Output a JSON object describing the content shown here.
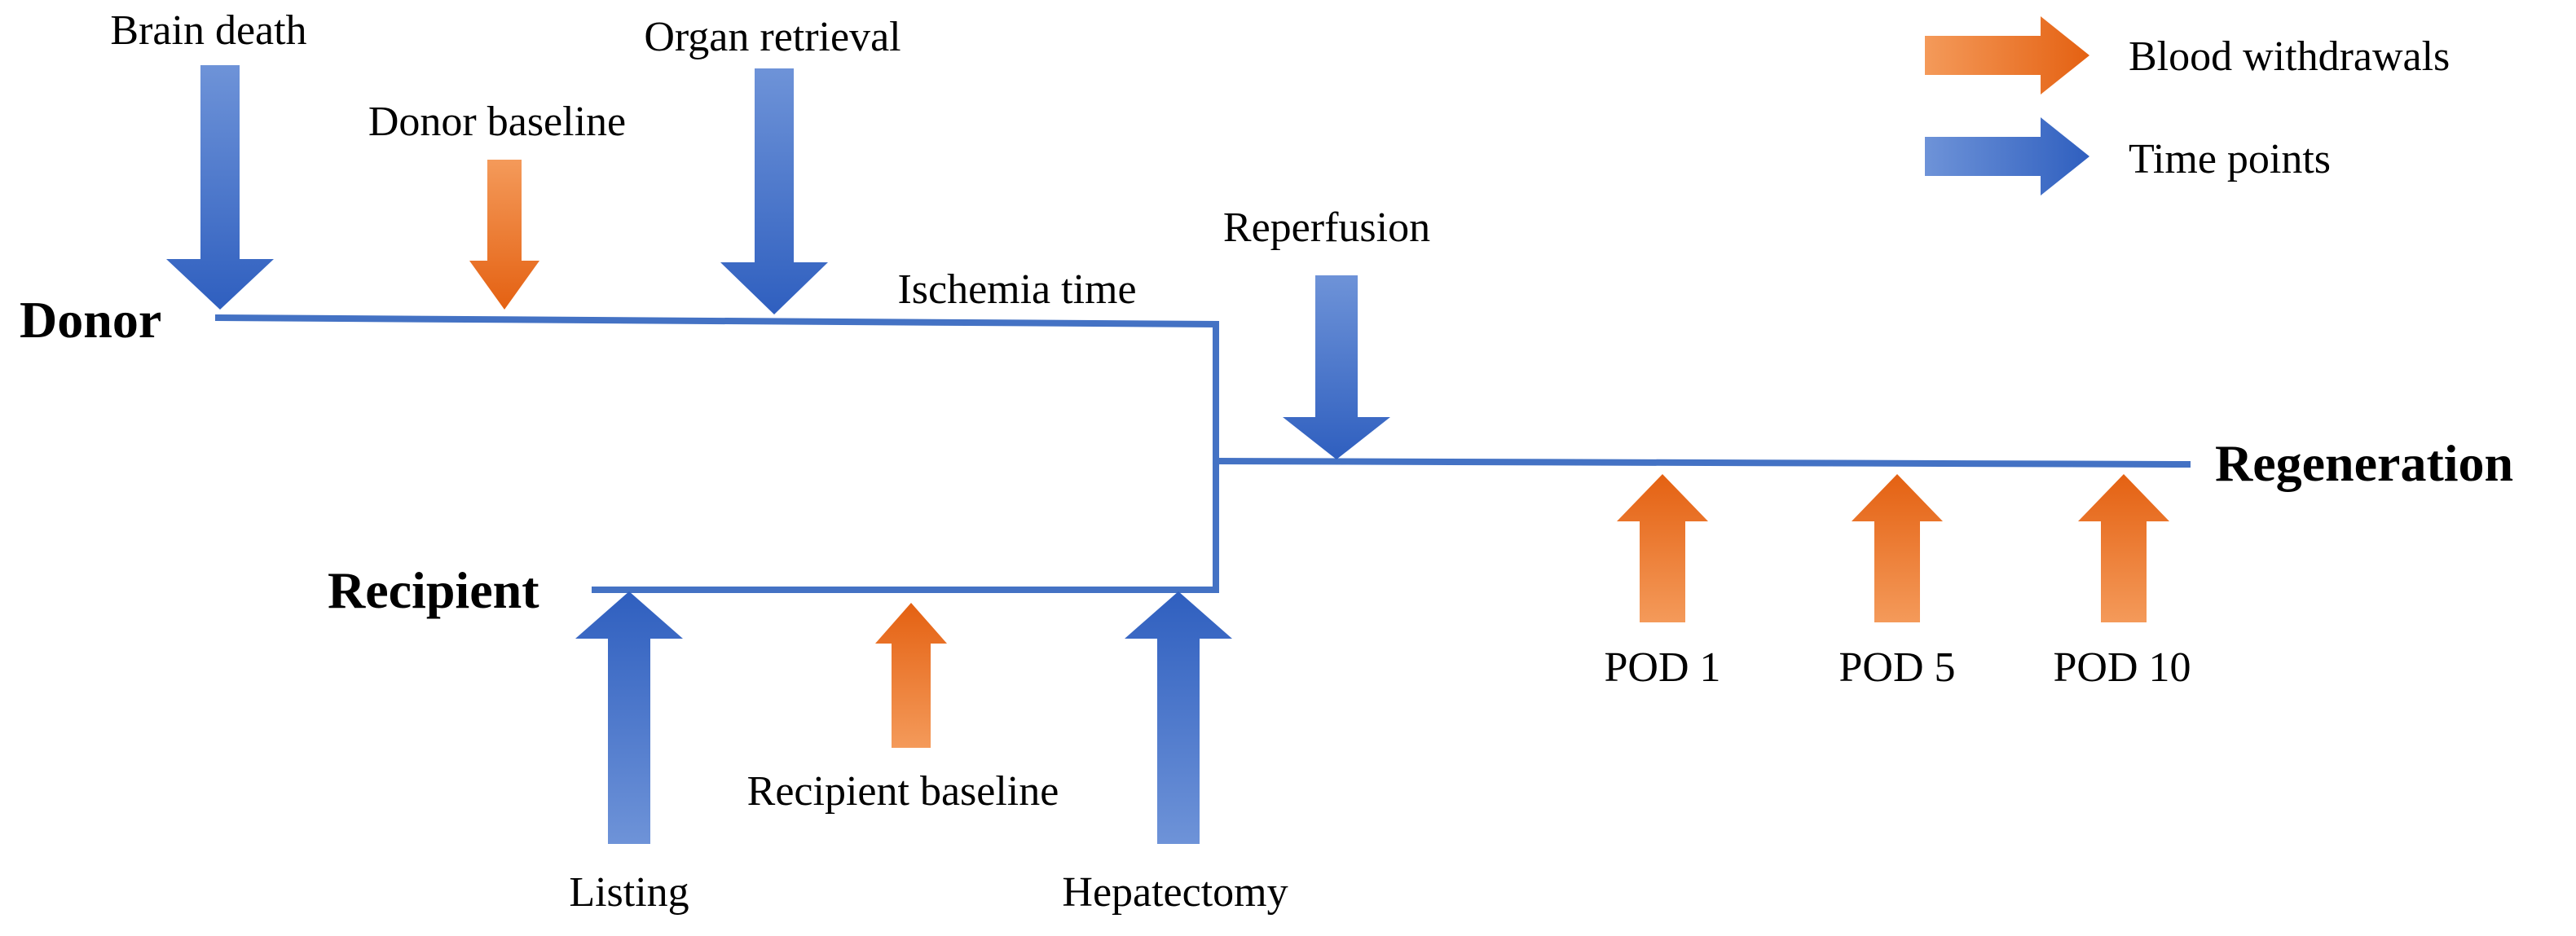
{
  "colors": {
    "time_point": "#3d67c2",
    "time_point_light": "#6e93d8",
    "blood_withdrawal": "#e86c1c",
    "blood_withdrawal_light": "#f49a5a",
    "timeline": "#4472c4"
  },
  "legend": {
    "blood_withdrawals": "Blood withdrawals",
    "time_points": "Time points"
  },
  "branches": {
    "donor": "Donor",
    "recipient": "Recipient",
    "regeneration": "Regeneration"
  },
  "events": {
    "brain_death": "Brain death",
    "donor_baseline": "Donor baseline",
    "organ_retrieval": "Organ retrieval",
    "ischemia_time": "Ischemia time",
    "reperfusion": "Reperfusion",
    "listing": "Listing",
    "recipient_baseline": "Recipient baseline",
    "hepatectomy": "Hepatectomy",
    "pod_1": "POD 1",
    "pod_5": "POD 5",
    "pod_10": "POD 10"
  }
}
